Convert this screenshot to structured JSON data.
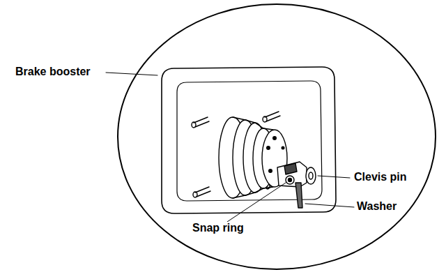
{
  "diagram": {
    "labels": [
      "Brake booster",
      "Clevis pin",
      "Washer",
      "Snap ring"
    ]
  }
}
